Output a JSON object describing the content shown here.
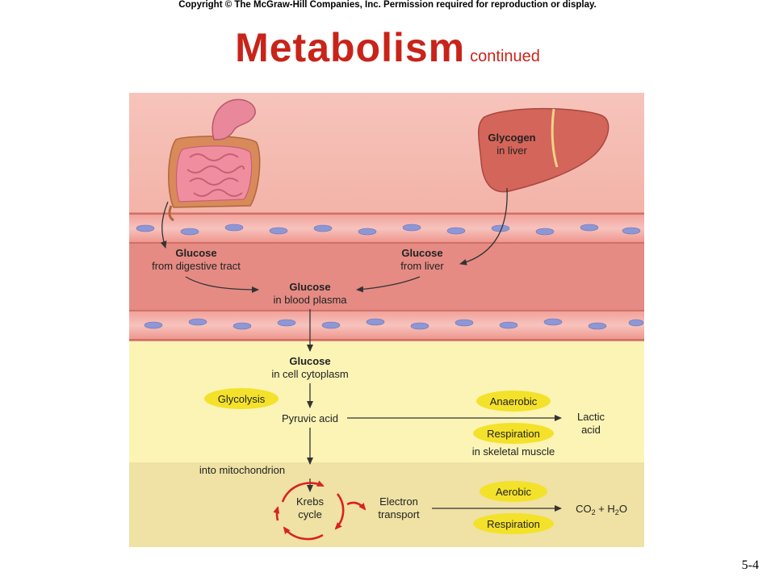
{
  "copyright": "Copyright © The McGraw-Hill Companies, Inc. Permission required for reproduction or display.",
  "title": {
    "main": "Metabolism",
    "sub": "continued"
  },
  "slide_number": "5-4",
  "diagram": {
    "glycogen": {
      "line1": "Glycogen",
      "line2": "in liver"
    },
    "glucose_digestive": {
      "line1": "Glucose",
      "line2": "from digestive tract"
    },
    "glucose_liver": {
      "line1": "Glucose",
      "line2": "from liver"
    },
    "glucose_plasma": {
      "line1": "Glucose",
      "line2": "in blood plasma"
    },
    "glucose_cytoplasm": {
      "line1": "Glucose",
      "line2": "in cell cytoplasm"
    },
    "glycolysis": "Glycolysis",
    "pyruvic_acid": "Pyruvic acid",
    "anaerobic": "Anaerobic",
    "respiration_1": "Respiration",
    "skeletal_muscle": "in skeletal muscle",
    "lactic_acid": {
      "line1": "Lactic",
      "line2": "acid"
    },
    "into_mitochondrion": "into mitochondrion",
    "krebs": {
      "line1": "Krebs",
      "line2": "cycle"
    },
    "electron_transport": {
      "line1": "Electron",
      "line2": "transport"
    },
    "aerobic": "Aerobic",
    "respiration_2": "Respiration",
    "products": "CO2 + H2O",
    "colors": {
      "title": "#c8241a",
      "highlight": "#f4e12a",
      "blood": "#e58b84",
      "cell": "#fbf4b5",
      "mito": "#efe2a4",
      "krebs_arrow": "#d8231f"
    }
  }
}
